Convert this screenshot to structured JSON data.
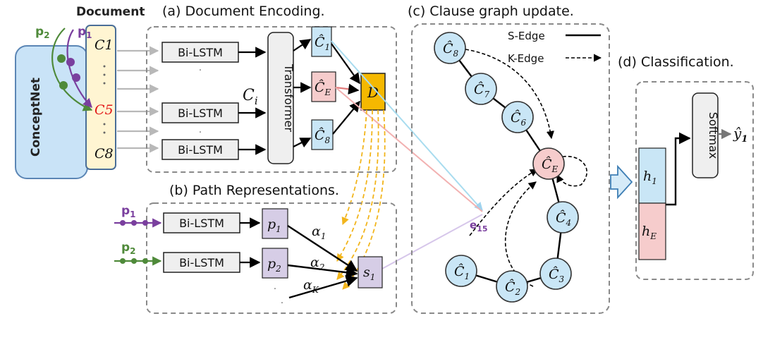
{
  "document_label": "Document",
  "conceptnet_label": "ConceptNet",
  "paths": {
    "p1": "p",
    "p1_sub": "1",
    "p2": "p",
    "p2_sub": "2"
  },
  "clauses": {
    "c1": "C1",
    "c5": "C5",
    "c8": "C8",
    "dots": "·  ·  ·"
  },
  "sections": {
    "a": "(a) Document Encoding.",
    "b": "(b) Path Representations.",
    "c": "(c) Clause graph update.",
    "d": "(d) Classification."
  },
  "encoding": {
    "bilstm": "Bi-LSTM",
    "transformer": "Transformer",
    "ci": "C",
    "ci_sub": "i",
    "c1_hat": "Ĉ",
    "c1_sub": "1",
    "ce_hat": "Ĉ",
    "ce_sub": "E",
    "c8_hat": "Ĉ",
    "c8_sub": "8",
    "d_label": "D"
  },
  "path_repr": {
    "bilstm": "Bi-LSTM",
    "p1": "p",
    "p1_sub": "1",
    "p2": "p",
    "p2_sub": "2",
    "a1": "α",
    "a1_sub": "1",
    "a2": "α",
    "a2_sub": "2",
    "ak": "α",
    "ak_sub": "K",
    "s1": "s",
    "s1_sub": "1"
  },
  "graph": {
    "legend_s": "S-Edge",
    "legend_k": "K-Edge",
    "nodes": [
      {
        "label": "Ĉ",
        "sub": "8"
      },
      {
        "label": "Ĉ",
        "sub": "7"
      },
      {
        "label": "Ĉ",
        "sub": "6"
      },
      {
        "label": "Ĉ",
        "sub": "E"
      },
      {
        "label": "Ĉ",
        "sub": "4"
      },
      {
        "label": "Ĉ",
        "sub": "3"
      },
      {
        "label": "Ĉ",
        "sub": "2"
      },
      {
        "label": "Ĉ",
        "sub": "1"
      }
    ],
    "edge_label": "e",
    "edge_sub": "15"
  },
  "classification": {
    "softmax": "Softmax",
    "h1": "h",
    "h1_sub": "1",
    "he": "h",
    "he_sub": "E",
    "y": "ŷ",
    "y_sub": "1"
  },
  "colors": {
    "blue": "#c9e6f6",
    "blue_stroke": "#6f9fc0",
    "pink": "#f6cccc",
    "orange": "#f5b800",
    "purple": "#d6cde6",
    "green": "#4f8a3a",
    "violet": "#7a3f9e",
    "gray_box": "#efefef",
    "dashed": "#8a8a8a"
  }
}
